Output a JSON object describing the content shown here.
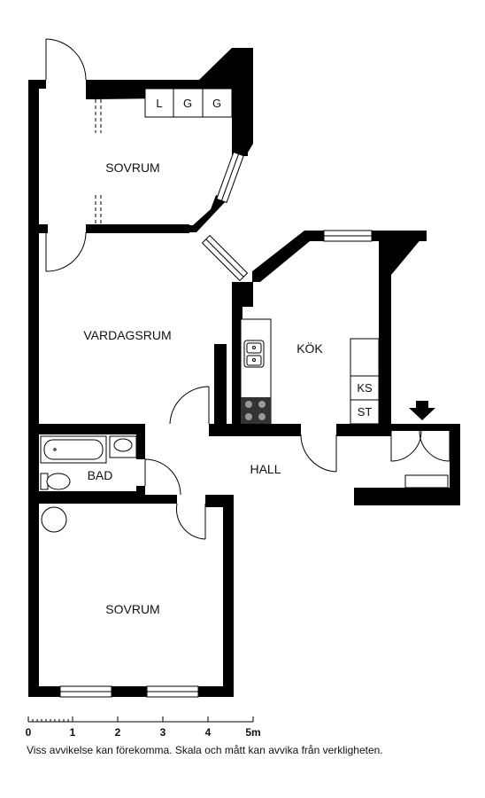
{
  "rooms": {
    "sovrum_top": "SOVRUM",
    "vardagsrum": "VARDAGSRUM",
    "kok": "KÖK",
    "bad": "BAD",
    "hall": "HALL",
    "sovrum_bottom": "SOVRUM"
  },
  "wardrobe_labels": [
    "L",
    "G",
    "G"
  ],
  "kitchen_appliances": {
    "ks": "KS",
    "st": "ST"
  },
  "scale": {
    "ticks": [
      "0",
      "1",
      "2",
      "3",
      "4",
      "5m"
    ]
  },
  "disclaimer": "Viss avvikelse kan förekomma. Skala och mått kan avvika från verkligheten.",
  "colors": {
    "wall": "#000000",
    "background": "#ffffff"
  },
  "icons": [
    "entrance-arrow-icon",
    "stove-icon",
    "sink-icon",
    "bathtub-icon",
    "toilet-icon",
    "washbasin-icon"
  ]
}
